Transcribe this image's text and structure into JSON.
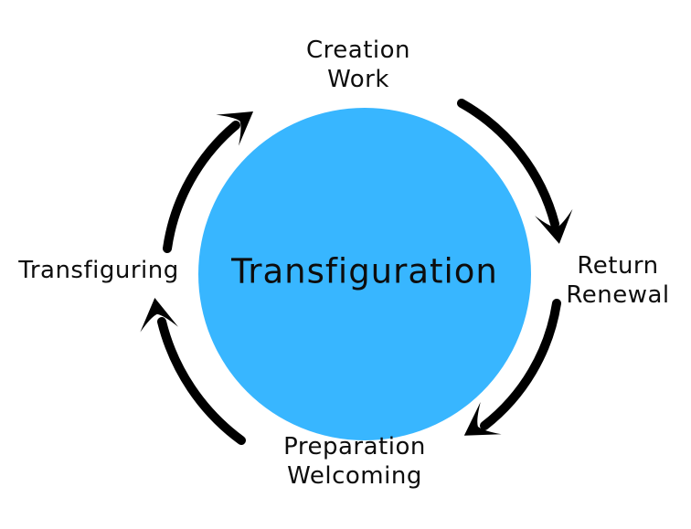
{
  "diagram": {
    "type": "cycle",
    "direction": "clockwise",
    "background_color": "#ffffff",
    "center": {
      "label": "Transfiguration",
      "fill": "#38B6FF",
      "text_color": "#0d0d0d"
    },
    "stages": [
      {
        "position": "top",
        "line1": "Creation",
        "line2": "Work"
      },
      {
        "position": "right",
        "line1": "Return",
        "line2": "Renewal"
      },
      {
        "position": "bottom",
        "line1": "Preparation",
        "line2": "Welcoming"
      },
      {
        "position": "left",
        "line1": "Transfiguring",
        "line2": ""
      }
    ],
    "arrows": {
      "color": "#000000",
      "style": "hand-drawn curved arc",
      "count": 4,
      "list": [
        {
          "from": "Transfiguring",
          "to": "Creation Work"
        },
        {
          "from": "Creation Work",
          "to": "Return Renewal"
        },
        {
          "from": "Return Renewal",
          "to": "Preparation Welcoming"
        },
        {
          "from": "Preparation Welcoming",
          "to": "Transfiguring"
        }
      ]
    }
  }
}
